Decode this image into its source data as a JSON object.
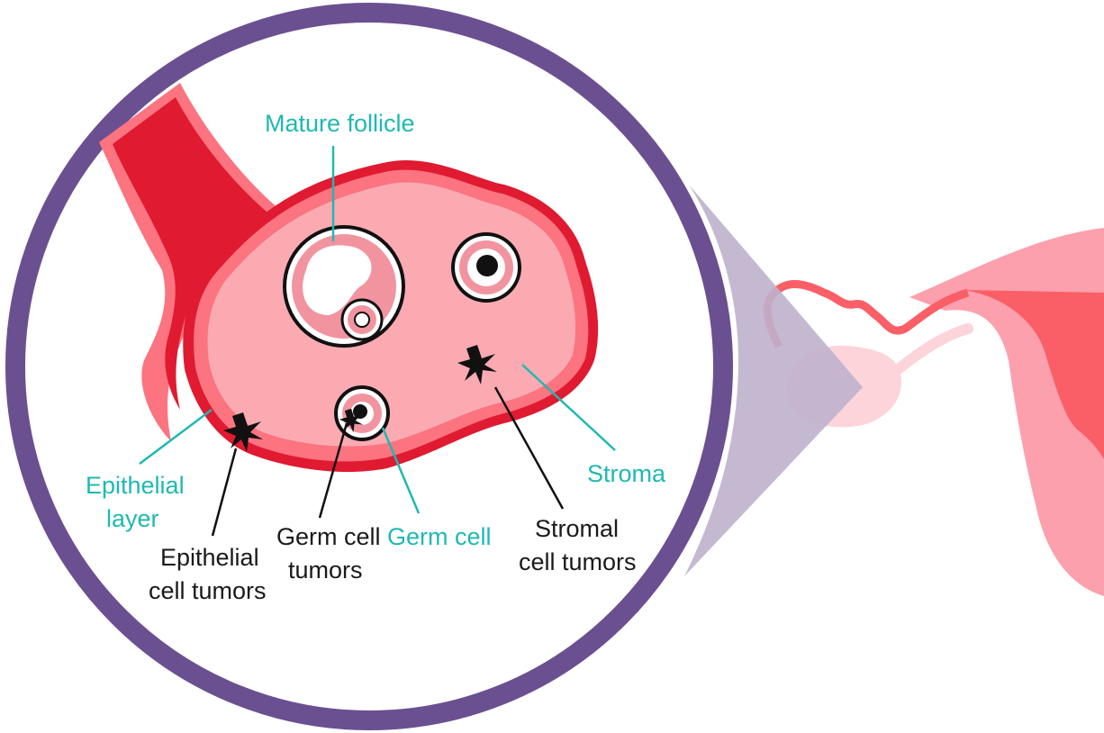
{
  "colors": {
    "ring": "#6a5090",
    "zoom_cone": "#bfb1cd",
    "ovary_fill": "#fbaab2",
    "ovary_rim": "#fb7480",
    "ovary_outline": "#e01a30",
    "vessel": "#e01a30",
    "label_teal": "#1fb9b1",
    "label_dark": "#1a1a1a",
    "uterus_light": "#fba0ac",
    "uterus_dark": "#fa5f68",
    "ovary_small": "#fdd4da"
  },
  "labels": {
    "mature_follicle": "Mature follicle",
    "epithelial_layer_line1": "Epithelial",
    "epithelial_layer_line2": "layer",
    "epithelial_tumors_line1": "Epithelial",
    "epithelial_tumors_line2": "cell tumors",
    "germ_tumors_line1": "Germ cell",
    "germ_tumors_line2": "tumors",
    "germ_cell": "Germ cell",
    "stroma": "Stroma",
    "stromal_tumors_line1": "Stromal",
    "stromal_tumors_line2": "cell tumors"
  }
}
